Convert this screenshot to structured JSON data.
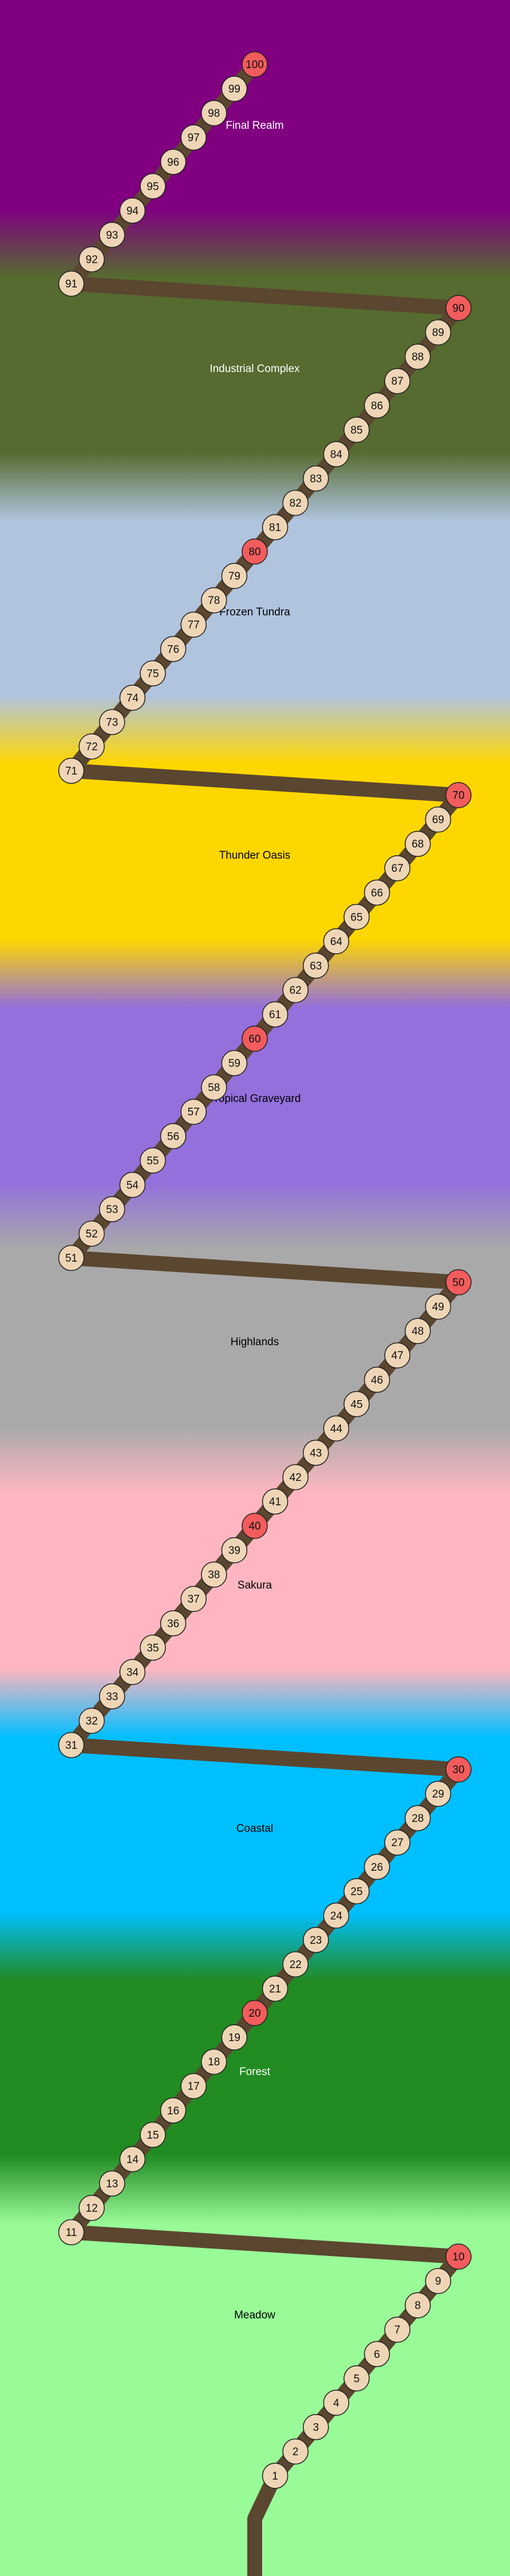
{
  "regions": [
    {
      "name": "Final Realm",
      "color": "#800080",
      "label_color": "#ffffff"
    },
    {
      "name": "Industrial Complex",
      "color": "#556B2F",
      "label_color": "#ffffff"
    },
    {
      "name": "Frozen Tundra",
      "color": "#B0C4DE",
      "label_color": "#000000"
    },
    {
      "name": "Thunder Oasis",
      "color": "#FFD700",
      "label_color": "#000000"
    },
    {
      "name": "Tropical Graveyard",
      "color": "#9370DB",
      "label_color": "#000000"
    },
    {
      "name": "Highlands",
      "color": "#A9A9A9",
      "label_color": "#000000"
    },
    {
      "name": "Sakura",
      "color": "#FFB6C1",
      "label_color": "#000000"
    },
    {
      "name": "Coastal",
      "color": "#00BFFF",
      "label_color": "#000000"
    },
    {
      "name": "Forest",
      "color": "#228B22",
      "label_color": "#ffffff"
    },
    {
      "name": "Meadow",
      "color": "#98FB98",
      "label_color": "#000000"
    }
  ],
  "levels": {
    "first": 1,
    "last": 100,
    "milestone_every": 10
  },
  "colors": {
    "path": "#5B4630",
    "node_fill": "#EED5B5",
    "milestone_fill": "#F25C5C",
    "node_stroke": "#222222"
  }
}
